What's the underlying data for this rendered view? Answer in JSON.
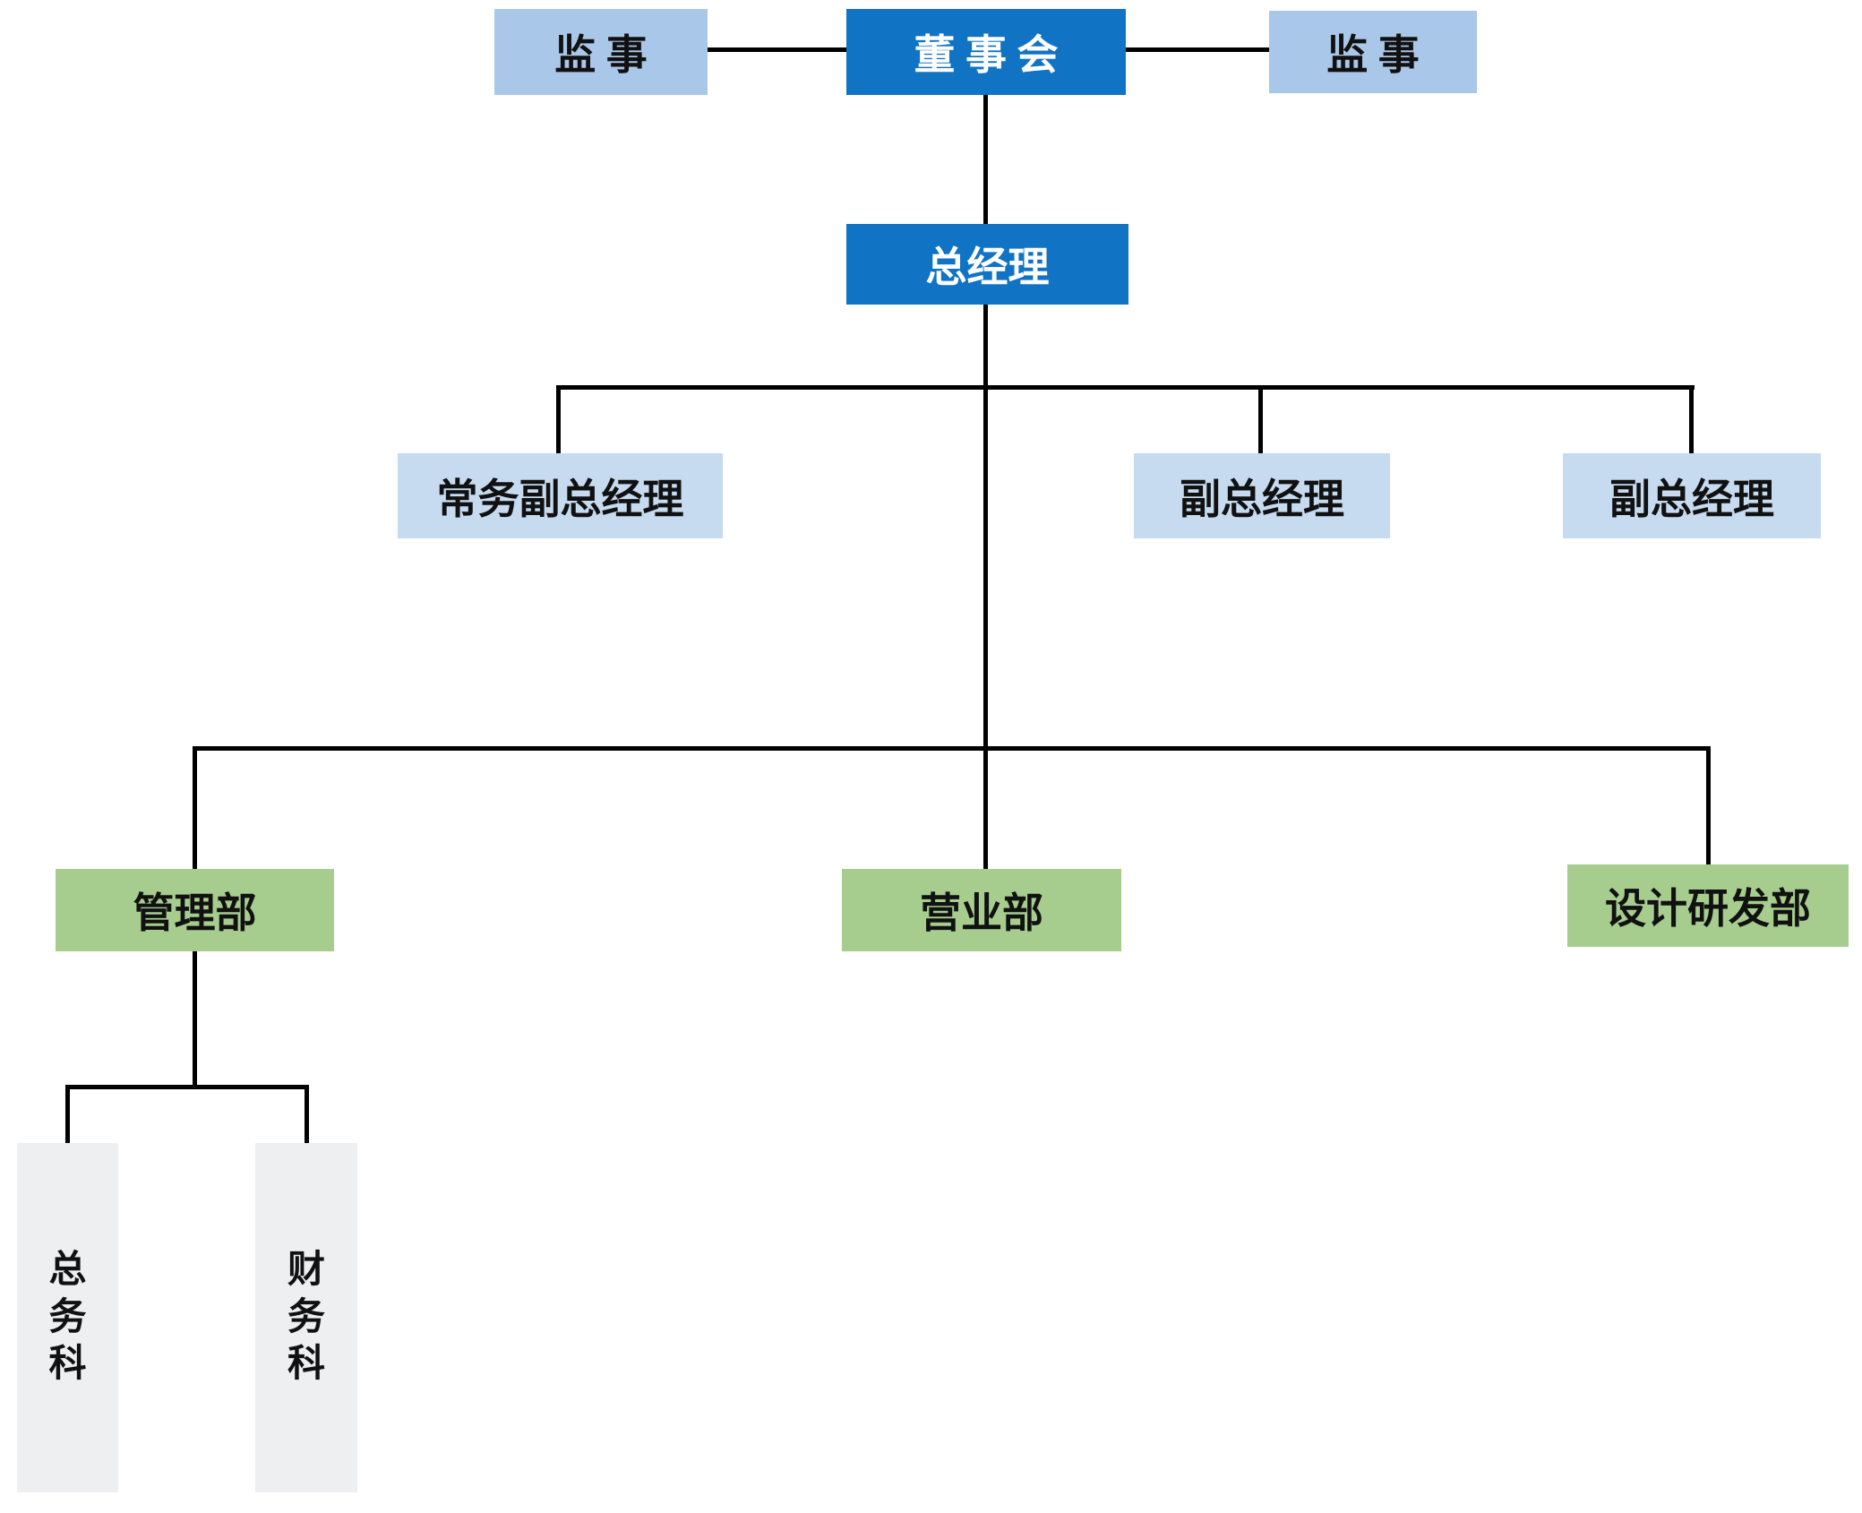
{
  "palette": {
    "dark_blue": "#1173c4",
    "light_blue": "#a9c7e8",
    "pale_blue": "#c6dbf0",
    "green": "#a6cd8e",
    "gray": "#edeff0",
    "line": "#000000",
    "text_dark": "#111111",
    "text_light": "#ffffff",
    "background": "#ffffff"
  },
  "nodes": {
    "supervisor_left": {
      "label": "监 事"
    },
    "board": {
      "label": "董 事 会"
    },
    "supervisor_right": {
      "label": "监 事"
    },
    "general_manager": {
      "label": "总经理"
    },
    "exec_deputy_gm": {
      "label": "常务副总经理"
    },
    "deputy_gm_1": {
      "label": "副总经理"
    },
    "deputy_gm_2": {
      "label": "副总经理"
    },
    "management_dept": {
      "label": "管理部"
    },
    "sales_dept": {
      "label": "营业部"
    },
    "design_rd_dept": {
      "label": "设计研发部"
    },
    "general_affairs_section": {
      "label": "总\n务\n科"
    },
    "finance_section": {
      "label": "财\n务\n科"
    }
  }
}
